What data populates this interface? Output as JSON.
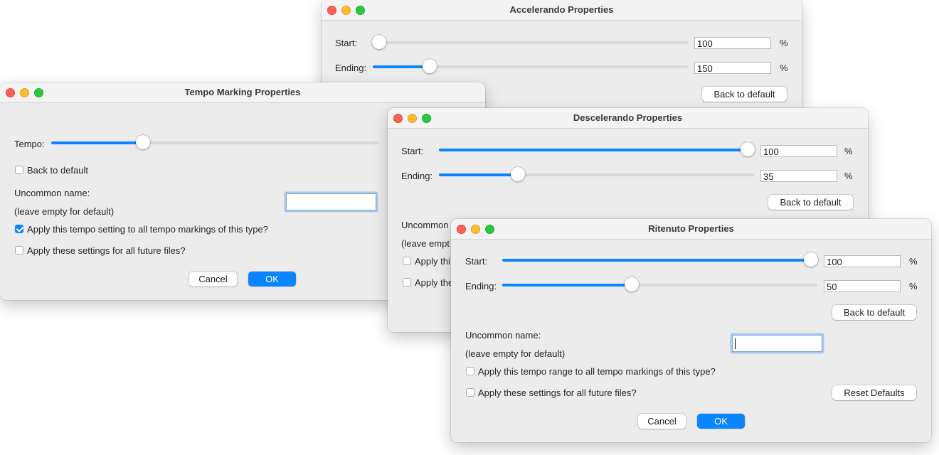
{
  "accelerando": {
    "title": "Accelerando Properties",
    "start_label": "Start:",
    "start_value": "100",
    "start_level": 0.02,
    "ending_label": "Ending:",
    "ending_value": "150",
    "ending_level": 0.18,
    "unit": "%",
    "back_to_default": "Back to default"
  },
  "tempo": {
    "title": "Tempo Marking Properties",
    "tempo_label": "Tempo:",
    "tempo_level": 0.28,
    "back_to_default": "Back to default",
    "uncommon_name": "Uncommon name:",
    "uncommon_hint": "(leave empty for default)",
    "uncommon_value": "",
    "apply_all": "Apply this tempo setting to all tempo markings of this type?",
    "apply_all_checked": true,
    "apply_future": "Apply these settings for all future files?",
    "apply_future_checked": false,
    "cancel": "Cancel",
    "ok": "OK"
  },
  "descelerando": {
    "title": "Descelerando Properties",
    "start_label": "Start:",
    "start_value": "100",
    "start_level": 0.98,
    "ending_label": "Ending:",
    "ending_value": "35",
    "ending_level": 0.25,
    "unit": "%",
    "back_to_default": "Back to default",
    "uncommon_partial": "Uncommon",
    "hint_partial": "(leave empt",
    "apply_partial_1": "Apply thi",
    "apply_partial_2": "Apply the"
  },
  "ritenuto": {
    "title": "Ritenuto Properties",
    "start_label": "Start:",
    "start_value": "100",
    "start_level": 0.98,
    "ending_label": "Ending:",
    "ending_value": "50",
    "ending_level": 0.41,
    "unit": "%",
    "back_to_default": "Back to default",
    "uncommon_name": "Uncommon name:",
    "uncommon_hint": "(leave empty for default)",
    "uncommon_value": "",
    "apply_all": "Apply this tempo range to all tempo markings of this type?",
    "apply_all_checked": false,
    "apply_future": "Apply these settings for all future files?",
    "apply_future_checked": false,
    "reset_defaults": "Reset Defaults",
    "cancel": "Cancel",
    "ok": "OK"
  },
  "colors": {
    "accent": "#0a84ff",
    "close": "#fe5f57",
    "minimize": "#febc2e",
    "zoom": "#28c840",
    "window_bg": "#ececec"
  }
}
